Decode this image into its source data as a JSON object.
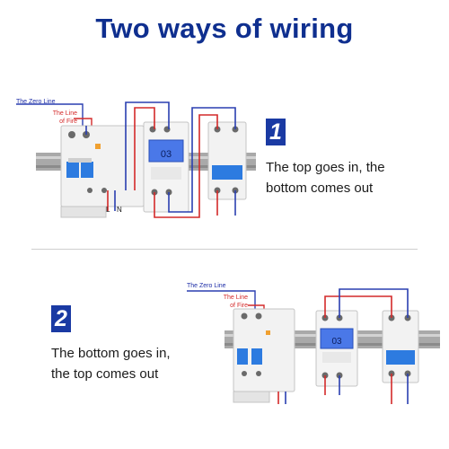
{
  "title": "Two ways of wiring",
  "colors": {
    "title": "#0f2f8f",
    "badge": "#1a3aa3",
    "neutral_wire": "#2a3fb0",
    "live_wire": "#d42a2a",
    "breaker_handle": "#2d7be0",
    "meter_screen": "#4a78e8"
  },
  "steps": [
    {
      "number": "1",
      "line1": "The top goes in, the",
      "line2": "bottom comes out",
      "zero_line_label": "The Zero Line",
      "fire_label_line1": "The Line",
      "fire_label_line2": "of Fire",
      "terminal_l": "L",
      "terminal_n": "N",
      "meter_reading": "03"
    },
    {
      "number": "2",
      "line1": "The bottom goes in,",
      "line2": "the top comes out",
      "zero_line_label": "The Zero Line",
      "fire_label_line1": "The Line",
      "fire_label_line2": "of Fire",
      "meter_reading": "03"
    }
  ]
}
